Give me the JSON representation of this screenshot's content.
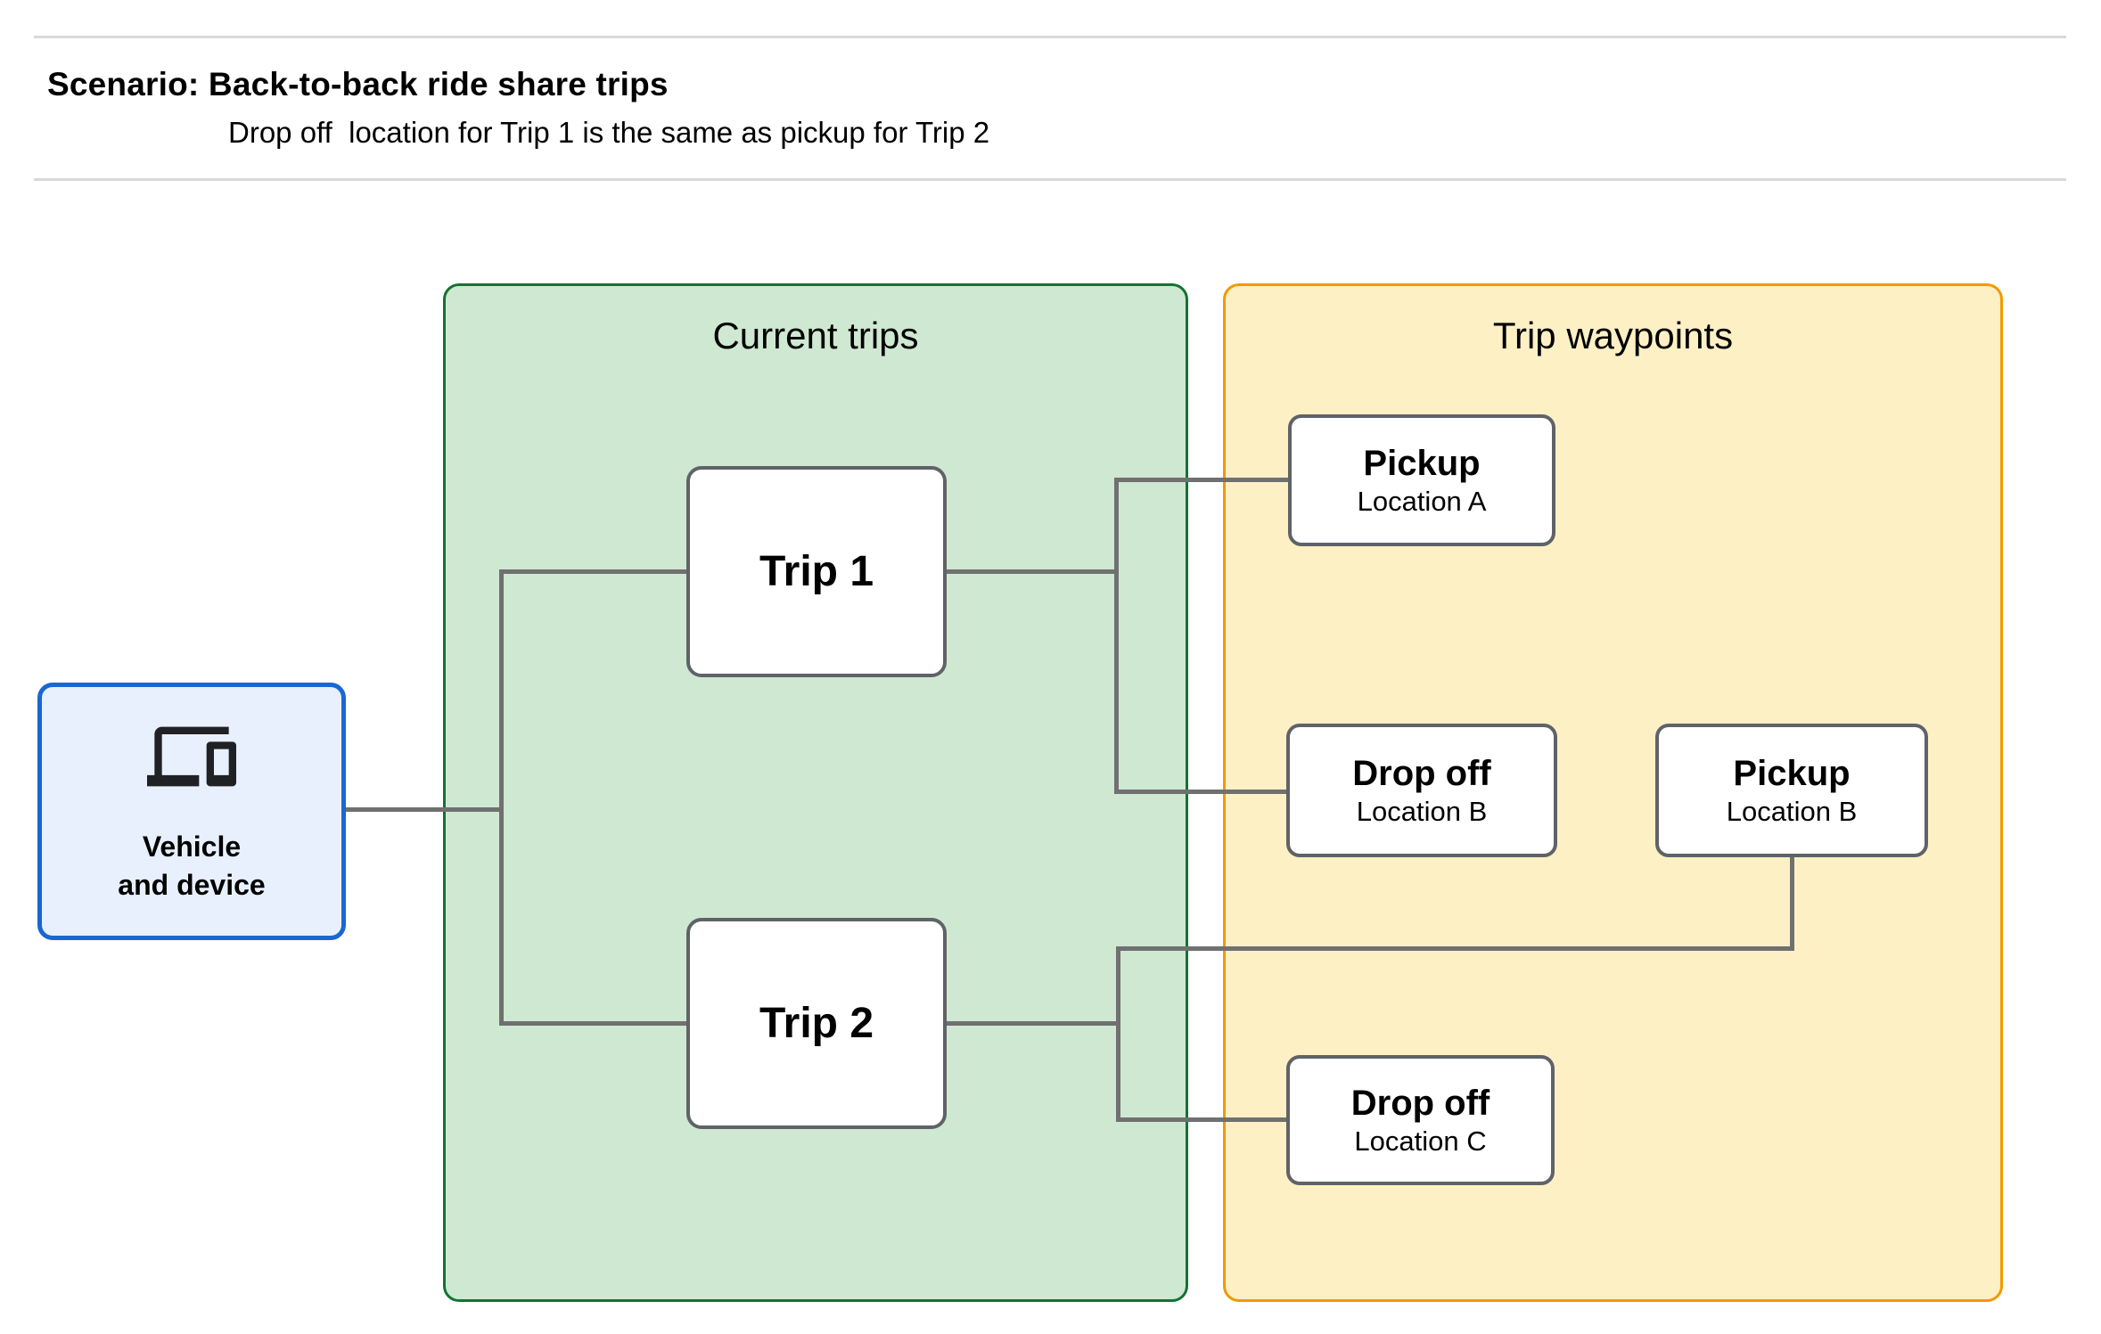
{
  "header": {
    "title": "Scenario: Back-to-back ride share trips",
    "subtitle": "Drop off  location for Trip 1 is the same as pickup for Trip 2"
  },
  "vehicle": {
    "label_line1": "Vehicle",
    "label_line2": "and device",
    "icon": "devices-icon"
  },
  "groups": {
    "current_trips": {
      "title": "Current trips"
    },
    "trip_waypoints": {
      "title": "Trip waypoints"
    }
  },
  "trips": [
    {
      "label": "Trip 1"
    },
    {
      "label": "Trip 2"
    }
  ],
  "waypoints": [
    {
      "type": "Pickup",
      "location": "Location A"
    },
    {
      "type": "Drop off",
      "location": "Location B"
    },
    {
      "type": "Pickup",
      "location": "Location B"
    },
    {
      "type": "Drop off",
      "location": "Location C"
    }
  ],
  "colors": {
    "divider": "#d9d9d9",
    "text": "#000000",
    "blue_fill": "#e8f0fe",
    "blue_border": "#1967d2",
    "green_fill": "#cfe8d2",
    "green_border": "#137333",
    "yellow_fill": "#fdf0c5",
    "orange_border": "#f29900",
    "node_border": "#5f6368",
    "line": "#707070",
    "icon": "#202124"
  }
}
